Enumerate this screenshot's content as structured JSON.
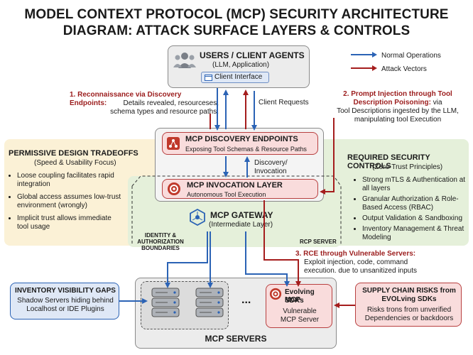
{
  "title": {
    "line1": "MODEL CONTEXT PROTOCOL (MCP) SECURITY ARCHITECTURE",
    "line2": "DIAGRAM: ATTACK SURFACE LAYERS & CONTROLS"
  },
  "legend": {
    "normal": "Normal Operations",
    "attack": "Attack Vectors"
  },
  "users": {
    "title": "USERS / CLIENT AGENTS",
    "subtitle": "(LLM, Application)",
    "client_interface": "Client Interface"
  },
  "client_requests": "Client Requests",
  "attack1": {
    "title": "1. Reconnaissance via Discovery Endpoints:",
    "body1": "Details revealed, resourceses,",
    "body2": "schema types and resource paths."
  },
  "attack2": {
    "title1": "2. Prompt Injection through Tool",
    "title2": "Description Poisoning:",
    "title2_tail": " via",
    "body1": "Tool Descriptions ingested by the LLM,",
    "body2": "manipulating tool Execution"
  },
  "attack3": {
    "title": "3. RCE through Vulnerable Servers:",
    "body1": "Exploit injection, code, command",
    "body2": "execution. due to unsanitized inputs"
  },
  "permissive": {
    "title": "PERMISSIVE DESIGN TRADEOFFS",
    "subtitle": "(Speed & Usability Focus)",
    "items": [
      "Loose coupling facilitates rapid integration",
      "Global access assumes low-trust environment (wrongly)",
      "Implicit trust allows immediate tool usage"
    ]
  },
  "controls": {
    "title": "REQUIRED SECURITY CONTROLS",
    "subtitle": "(Zero-Trust Principles)",
    "items": [
      "Strong mTLS & Authentication at all layers",
      "Granular Authorization & Role-Based Access (RBAC)",
      "Output Validation & Sandboxing",
      "Inventory Management & Threat Modeling"
    ]
  },
  "discovery": {
    "title": "MCP DISCOVERY ENDPOINTS",
    "subtitle": "Exposing Tool Schemas & Resource Paths"
  },
  "discovery_invocation": "Discovery/\nInvocation",
  "invocation": {
    "title": "MCP INVOCATION LAYER",
    "subtitle": "Autonomous Tool Execution"
  },
  "gateway": {
    "title": "MCP GATEWAY",
    "subtitle": "(Intermediate Layer)"
  },
  "identity": "IDENTITY &\nAUTHORIZATION\nBOUNDARIES",
  "rcp_server": "RCP SERVER",
  "inventory": {
    "title": "INVENTORY VISIBILITY GAPS",
    "body1": "Shadow Servers hiding behind",
    "body2": "Localhost or IDE Plugins"
  },
  "evolving": {
    "title1": "Evolving MCP",
    "title2": "SDKs",
    "body1": "Vulnerable",
    "body2": "MCP Server"
  },
  "supply": {
    "title1": "SUPPLY CHAIN RISKS from",
    "title2": "EVOLving SDKs",
    "body1": "Risks trons from unverified",
    "body2": "Dependencies or backdoors"
  },
  "ellipsis": "...",
  "mcp_servers": "MCP SERVERS",
  "colors": {
    "normal": "#2b63b5",
    "attack": "#a51d1d",
    "yellow_bg": "#fbf1d6",
    "green_bg": "#e5f0da",
    "pink_bg": "#f9dcdc",
    "blue_bg": "#dfe8f6",
    "gray_bg": "#ececec"
  }
}
